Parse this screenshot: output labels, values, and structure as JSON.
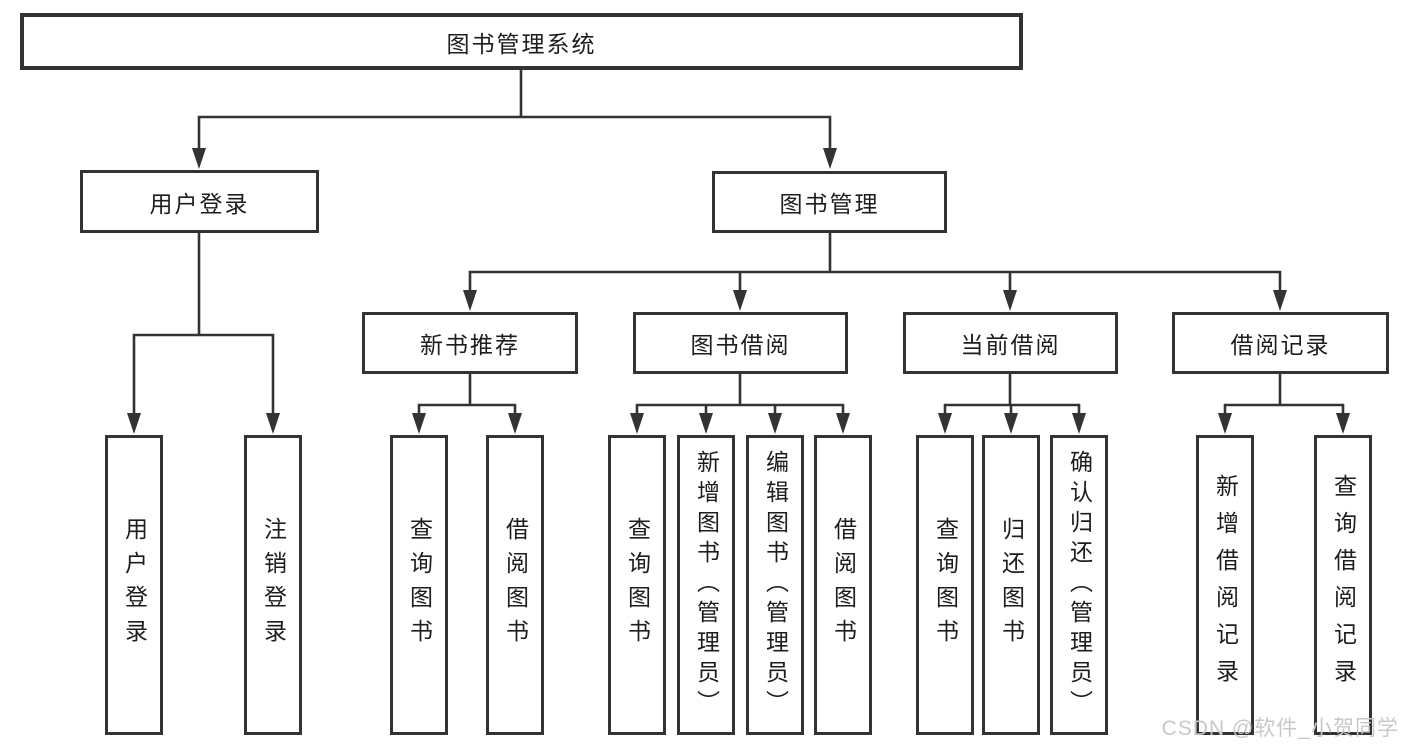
{
  "diagram": {
    "title": "图书管理系统",
    "level2": [
      {
        "label": "用户登录"
      },
      {
        "label": "图书管理"
      }
    ],
    "level3": [
      {
        "label": "新书推荐",
        "parent": "图书管理"
      },
      {
        "label": "图书借阅",
        "parent": "图书管理"
      },
      {
        "label": "当前借阅",
        "parent": "图书管理"
      },
      {
        "label": "借阅记录",
        "parent": "图书管理"
      }
    ],
    "leaves": [
      {
        "label": "用户登录",
        "parent": "用户登录"
      },
      {
        "label": "注销登录",
        "parent": "用户登录"
      },
      {
        "label": "查询图书",
        "parent": "新书推荐"
      },
      {
        "label": "借阅图书",
        "parent": "新书推荐"
      },
      {
        "label": "查询图书",
        "parent": "图书借阅"
      },
      {
        "label": "新增图书（管理员）",
        "parent": "图书借阅"
      },
      {
        "label": "编辑图书（管理员）",
        "parent": "图书借阅"
      },
      {
        "label": "借阅图书",
        "parent": "图书借阅"
      },
      {
        "label": "查询图书",
        "parent": "当前借阅"
      },
      {
        "label": "归还图书",
        "parent": "当前借阅"
      },
      {
        "label": "确认归还（管理员）",
        "parent": "当前借阅"
      },
      {
        "label": "新增借阅记录",
        "parent": "借阅记录"
      },
      {
        "label": "查询借阅记录",
        "parent": "借阅记录"
      }
    ],
    "colors": {
      "line": "#333333",
      "text": "#1d1d1d",
      "background": "#ffffff",
      "watermark": "#c8c8c8"
    }
  },
  "watermark": "CSDN @软件_小贺同学"
}
